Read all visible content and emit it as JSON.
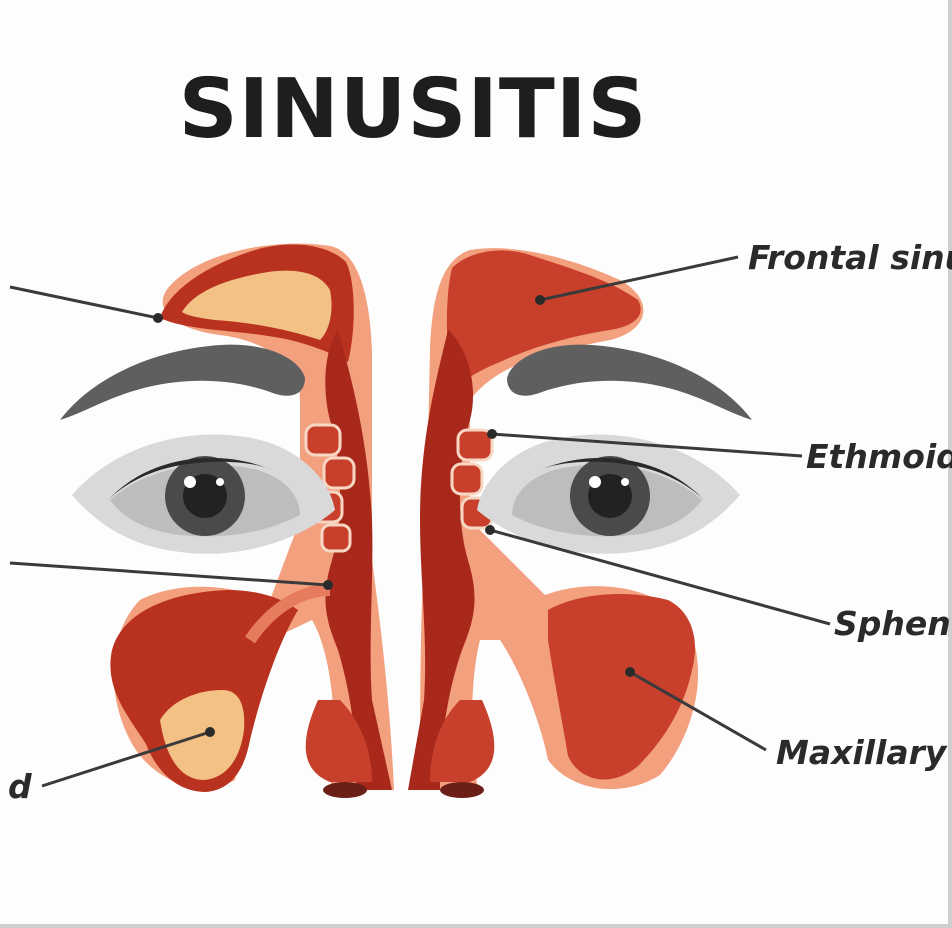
{
  "title": "SINUSITIS",
  "labels": {
    "frontal": "Frontal sinu",
    "ethmoid": "Ethmoid",
    "sphenoid": "Sphen",
    "maxillary": "Maxillary",
    "left_partial": "d"
  },
  "colors": {
    "sinus": "#c8402c",
    "sinus_dark": "#a8291c",
    "pus": "#f0b07a",
    "tissue": "#e77b5e",
    "brow": "#5f5f5f",
    "eye_white": "#d6d6d6",
    "iris": "#3a3a3a"
  }
}
